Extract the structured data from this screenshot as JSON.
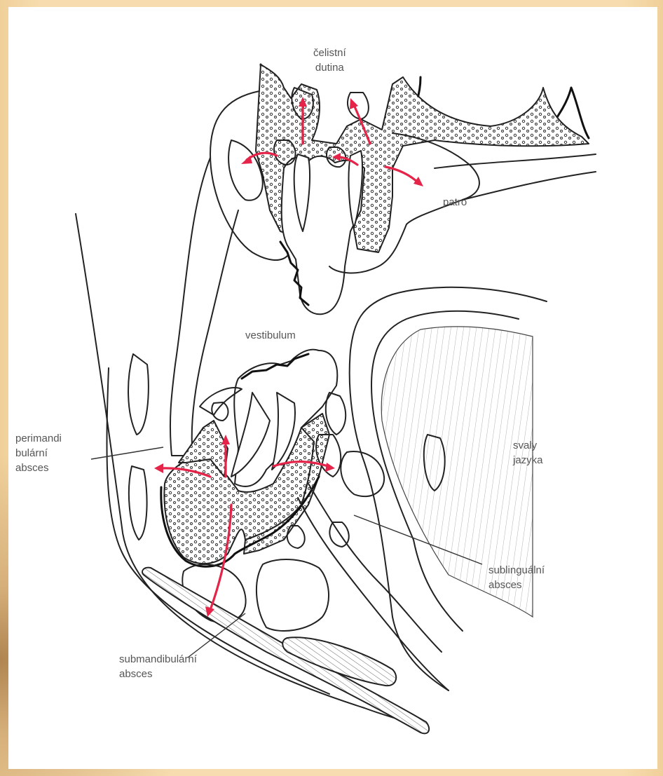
{
  "diagram": {
    "labels": {
      "celistni_line1": "čelistní",
      "celistni_line2": "dutina",
      "patro": "patro",
      "vestibulum": "vestibulum",
      "svaly_line1": "svaly",
      "svaly_line2": "jazyka",
      "perimand_line1": "perimandi",
      "perimand_line2": "bulární",
      "perimand_line3": "absces",
      "subling_line1": "sublinguální",
      "subling_line2": "absces",
      "submand_line1": "submandibulární",
      "submand_line2": "absces"
    },
    "colors": {
      "arrow": "#e5244a",
      "line": "#222222",
      "label_text": "#555555",
      "background_border": "#f4d7a7"
    }
  }
}
